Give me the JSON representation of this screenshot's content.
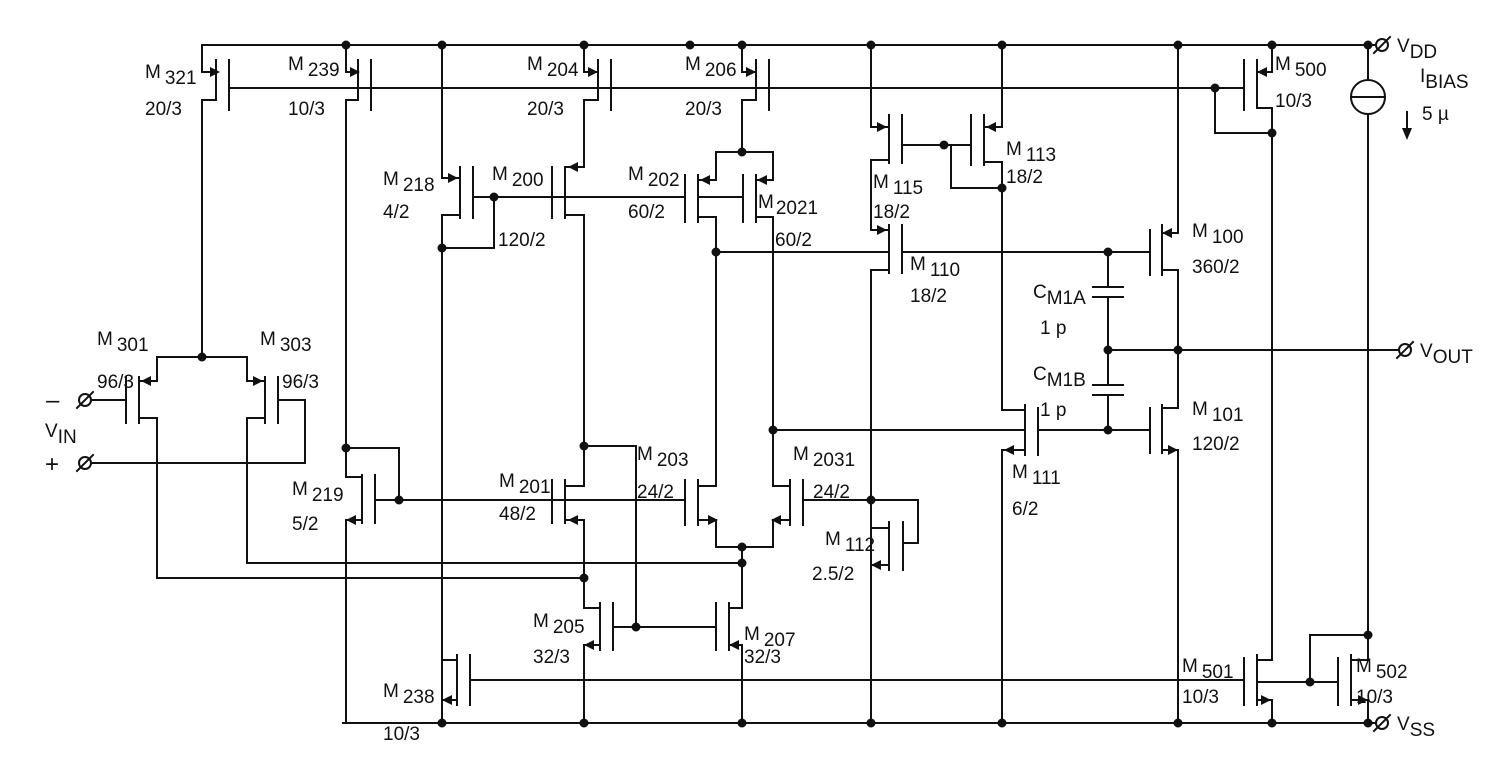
{
  "rails": {
    "vdd": {
      "name": "V",
      "sub": "DD"
    },
    "vss": {
      "name": "V",
      "sub": "SS"
    },
    "vout": {
      "name": "V",
      "sub": "OUT"
    },
    "vin": {
      "name": "V",
      "sub": "IN"
    },
    "minus": "–",
    "plus": "+"
  },
  "bias": {
    "name": "I",
    "sub": "BIAS",
    "value": "5 µ"
  },
  "transistors": [
    {
      "id": "M321",
      "name": "M",
      "sub": "321",
      "size": "20/3"
    },
    {
      "id": "M239",
      "name": "M",
      "sub": "239",
      "size": "10/3"
    },
    {
      "id": "M204",
      "name": "M",
      "sub": "204",
      "size": "20/3"
    },
    {
      "id": "M206",
      "name": "M",
      "sub": "206",
      "size": "20/3"
    },
    {
      "id": "M500",
      "name": "M",
      "sub": "500",
      "size": "10/3"
    },
    {
      "id": "M113",
      "name": "M",
      "sub": "113",
      "size": "18/2"
    },
    {
      "id": "M115",
      "name": "M",
      "sub": "115",
      "size": "18/2"
    },
    {
      "id": "M218",
      "name": "M",
      "sub": "218",
      "size": "4/2"
    },
    {
      "id": "M200",
      "name": "M",
      "sub": "200",
      "size": "120/2"
    },
    {
      "id": "M202",
      "name": "M",
      "sub": "202",
      "size": "60/2"
    },
    {
      "id": "M2021",
      "name": "M",
      "sub": "2021",
      "size": "60/2"
    },
    {
      "id": "M110",
      "name": "M",
      "sub": "110",
      "size": "18/2"
    },
    {
      "id": "M100",
      "name": "M",
      "sub": "100",
      "size": "360/2"
    },
    {
      "id": "M301",
      "name": "M",
      "sub": "301",
      "size": "96/3"
    },
    {
      "id": "M303",
      "name": "M",
      "sub": "303",
      "size": "96/3"
    },
    {
      "id": "M219",
      "name": "M",
      "sub": "219",
      "size": "5/2"
    },
    {
      "id": "M201",
      "name": "M",
      "sub": "201",
      "size": "48/2"
    },
    {
      "id": "M203",
      "name": "M",
      "sub": "203",
      "size": "24/2"
    },
    {
      "id": "M2031",
      "name": "M",
      "sub": "2031",
      "size": "24/2"
    },
    {
      "id": "M112",
      "name": "M",
      "sub": "112",
      "size": "2.5/2"
    },
    {
      "id": "M111",
      "name": "M",
      "sub": "111",
      "size": "6/2"
    },
    {
      "id": "M101",
      "name": "M",
      "sub": "101",
      "size": "120/2"
    },
    {
      "id": "M205",
      "name": "M",
      "sub": "205",
      "size": "32/3"
    },
    {
      "id": "M207",
      "name": "M",
      "sub": "207",
      "size": "32/3"
    },
    {
      "id": "M238",
      "name": "M",
      "sub": "238",
      "size": "10/3"
    },
    {
      "id": "M501",
      "name": "M",
      "sub": "501",
      "size": "10/3"
    },
    {
      "id": "M502",
      "name": "M",
      "sub": "502",
      "size": "10/3"
    }
  ],
  "capacitors": [
    {
      "id": "CM1A",
      "name": "C",
      "sub": "M1A",
      "value": "1 p"
    },
    {
      "id": "CM1B",
      "name": "C",
      "sub": "M1B",
      "value": "1 p"
    }
  ]
}
